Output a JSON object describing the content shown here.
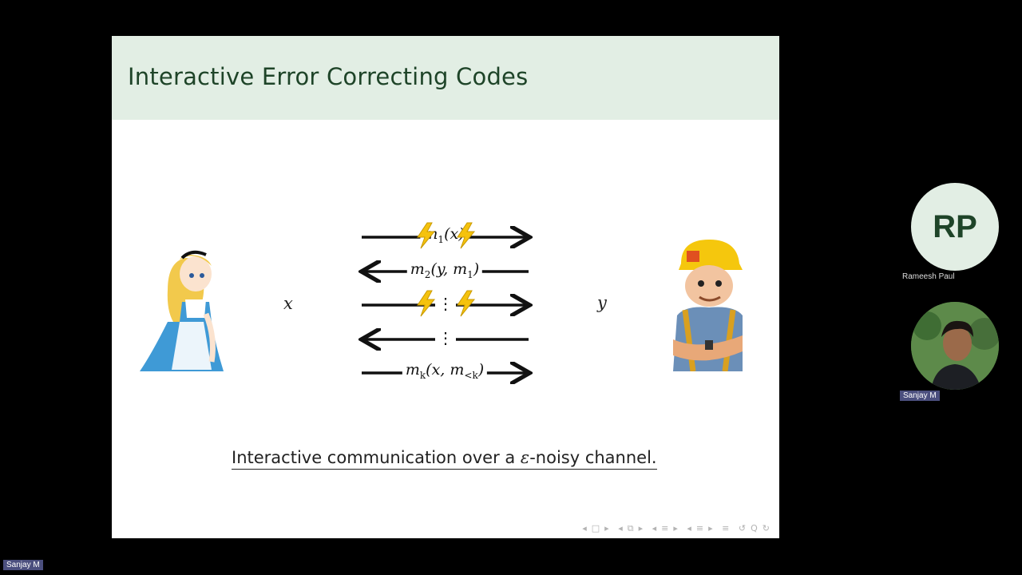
{
  "slide": {
    "title": "Interactive Error Correcting Codes",
    "alice_var": "x",
    "bob_var": "y",
    "messages": [
      {
        "name": "m",
        "sub": "1",
        "args": "(x)",
        "direction": "right",
        "corrupted": true
      },
      {
        "name": "m",
        "sub": "2",
        "args": "(y, m",
        "args_sub": "1",
        "args_end": ")",
        "direction": "left",
        "corrupted": false
      },
      {
        "name": "⋮",
        "direction": "right",
        "corrupted": true
      },
      {
        "name": "⋮",
        "direction": "left",
        "corrupted": false
      },
      {
        "name": "m",
        "sub": "k",
        "args": "(x, m",
        "args_sub": "<k",
        "args_end": ")",
        "direction": "right",
        "corrupted": false
      }
    ],
    "caption_before": "Interactive communication over a ",
    "caption_epsilon": "ε",
    "caption_after": "-noisy channel.",
    "nav_symbols": [
      "◂",
      "□",
      "▸",
      "◂",
      "⧉",
      "▸",
      "◂",
      "≡",
      "▸",
      "◂",
      "≡",
      "▸",
      "≡",
      "↺",
      "Q",
      "↻"
    ]
  },
  "participants": {
    "host": {
      "initials": "RP",
      "name": "Rameesh Paul"
    },
    "speaker": {
      "name": "Sanjay M"
    },
    "self_label": "Sanjay M"
  },
  "colors": {
    "header_bg": "#e2eee4",
    "title": "#1e4428",
    "lightning": "#f5c20d",
    "name_tag": "#4b4f7e"
  }
}
